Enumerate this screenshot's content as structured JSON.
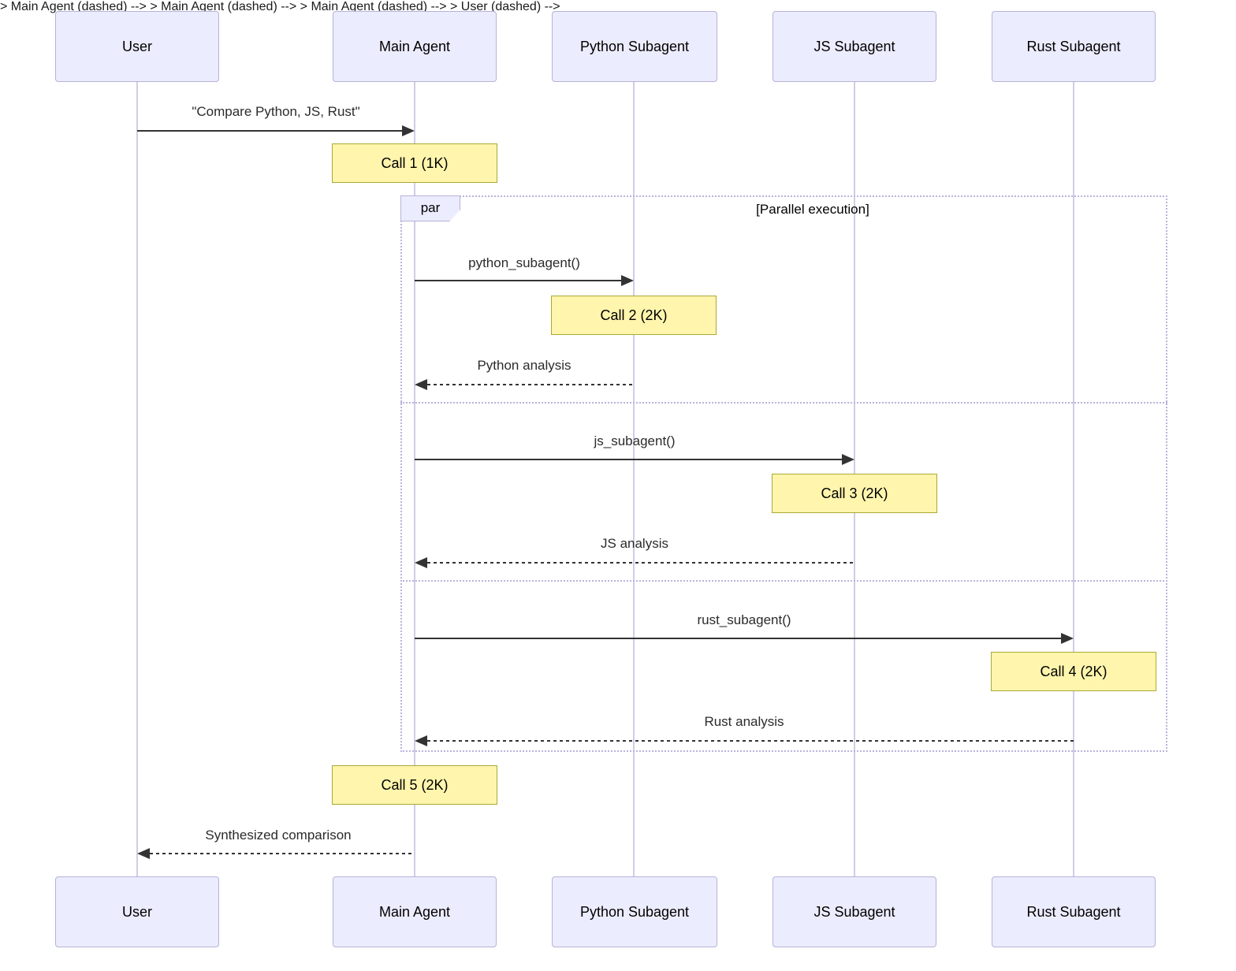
{
  "diagram": {
    "type": "sequence-diagram",
    "actors": [
      {
        "label": "User"
      },
      {
        "label": "Main Agent"
      },
      {
        "label": "Python Subagent"
      },
      {
        "label": "JS Subagent"
      },
      {
        "label": "Rust Subagent"
      }
    ],
    "par_block": {
      "tab_label": "par",
      "title": "[Parallel execution]"
    },
    "messages": [
      {
        "label": "\"Compare Python, JS, Rust\"",
        "type": "solid",
        "from": "User",
        "to": "Main Agent"
      },
      {
        "label": "python_subagent()",
        "type": "solid",
        "from": "Main Agent",
        "to": "Python Subagent"
      },
      {
        "label": "Python analysis",
        "type": "dashed",
        "from": "Python Subagent",
        "to": "Main Agent"
      },
      {
        "label": "js_subagent()",
        "type": "solid",
        "from": "Main Agent",
        "to": "JS Subagent"
      },
      {
        "label": "JS analysis",
        "type": "dashed",
        "from": "JS Subagent",
        "to": "Main Agent"
      },
      {
        "label": "rust_subagent()",
        "type": "solid",
        "from": "Main Agent",
        "to": "Rust Subagent"
      },
      {
        "label": "Rust analysis",
        "type": "dashed",
        "from": "Rust Subagent",
        "to": "Main Agent"
      },
      {
        "label": "Synthesized comparison",
        "type": "dashed",
        "from": "Main Agent",
        "to": "User"
      }
    ],
    "notes": [
      {
        "label": "Call 1 (1K)",
        "over": "Main Agent"
      },
      {
        "label": "Call 2 (2K)",
        "over": "Python Subagent"
      },
      {
        "label": "Call 3 (2K)",
        "over": "JS Subagent"
      },
      {
        "label": "Call 4 (2K)",
        "over": "Rust Subagent"
      },
      {
        "label": "Call 5 (2K)",
        "over": "Main Agent"
      }
    ],
    "colors": {
      "actor_fill": "#ECECFF",
      "actor_border": "#b5b3d7",
      "note_fill": "#FFF5AD",
      "note_border": "#AAAA33",
      "lifeline": "#d2cce6",
      "arrow": "#333333",
      "par_border": "#b9b3dd"
    }
  }
}
